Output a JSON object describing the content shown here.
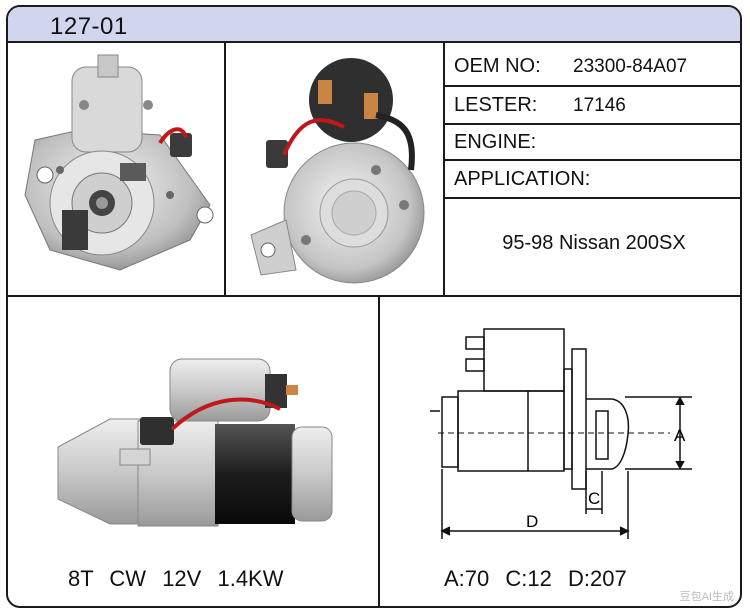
{
  "header": {
    "part_number": "127-01"
  },
  "specs": [
    {
      "label": "OEM NO:",
      "value": "23300-84A07"
    },
    {
      "label": "LESTER:",
      "value": "17146"
    },
    {
      "label": "ENGINE:",
      "value": ""
    },
    {
      "label": "APPLICATION:",
      "value": ""
    }
  ],
  "application": {
    "text": "95-98 Nissan 200SX"
  },
  "left_caption": {
    "teeth": "8T",
    "rotation": "CW",
    "voltage": "12V",
    "power": "1.4KW"
  },
  "dimensions": {
    "labels": {
      "a": "A",
      "c": "C",
      "d": "D"
    },
    "values": {
      "a": "A:70",
      "c": "C:12",
      "d": "D:207"
    }
  },
  "watermark": "豆包AI生成",
  "colors": {
    "header_bg": "#cfd6ee",
    "border": "#1a1a1a"
  }
}
